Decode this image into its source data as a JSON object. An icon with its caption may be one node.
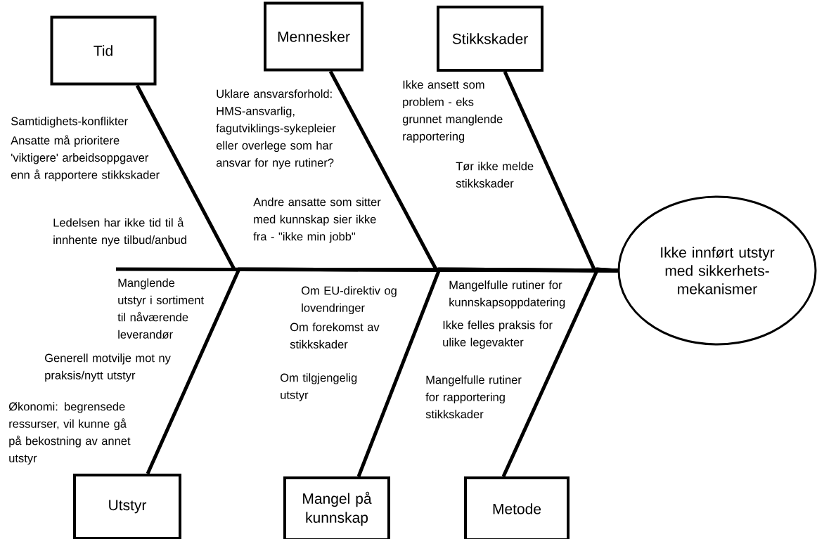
{
  "diagram": {
    "nodes": [
      {
        "text": [
          "Tid"
        ]
      },
      {
        "text": [
          "Mennesker"
        ]
      },
      {
        "text": [
          "Stikkskader"
        ]
      },
      {
        "text": [
          "Ikke innført utstyr med sikkerhets-mekanismer"
        ]
      },
      {
        "text": [
          "Utstyr"
        ]
      },
      {
        "text": [
          "Mangel på kunnskap"
        ]
      },
      {
        "text": [
          "Metode"
        ]
      }
    ],
    "edges": [
      {
        "from": 0,
        "to": 3,
        "arrow": "none"
      },
      {
        "from": 1,
        "to": 3,
        "arrow": "none"
      },
      {
        "from": 2,
        "to": 3,
        "arrow": "none"
      },
      {
        "from": 4,
        "to": 3,
        "arrow": "none"
      },
      {
        "from": 5,
        "to": 3,
        "arrow": "none"
      },
      {
        "from": 6,
        "to": 3,
        "arrow": "none"
      },
      {
        "from": null,
        "to": 3,
        "arrow": "none"
      }
    ],
    "labels": [
      "Samtidighets-konflikter",
      "Ansatte må prioritere 'viktigere' arbeidsoppgaver enn å rapportere stikkskader",
      "Ledelsen har ikke tid til å innhente nye tilbud/anbud",
      "Uklare ansvarsforhold: HMS-ansvarlig, fagutviklings-sykepleier eller overlege som har ansvar for nye rutiner?",
      "Andre ansatte som sitter med kunnskap sier ikke fra - \"ikke min jobb\"",
      "Ikke ansett som problem - eks grunnet manglende rapportering",
      "Tør ikke melde stikkskader",
      "Manglende utstyr i sortiment til nåværende leverandør",
      "Generell motvilje mot ny praksis/nytt utstyr",
      "Økonomi: begrensede ressurser, vil kunne gå på bekostning av annet utstyr",
      "Om EU-direktiv og lovendringer",
      "Om forekomst av stikkskader",
      "Om tilgjengelig utstyr",
      "Mangelfulle rutiner for kunnskapsoppdatering",
      "Ikke felles praksis for ulike legevakter",
      "Mangelfulle rutiner for rapportering stikkskader"
    ]
  }
}
